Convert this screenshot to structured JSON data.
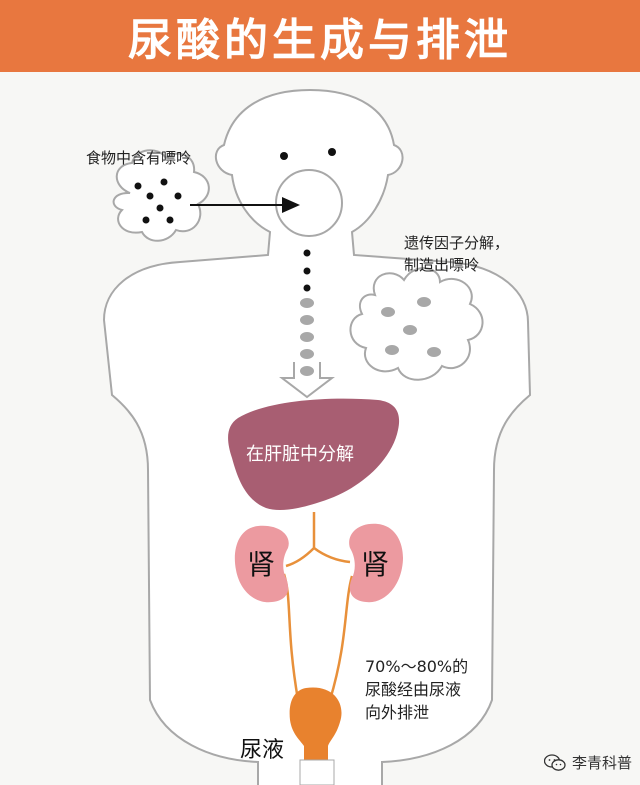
{
  "header": {
    "title": "尿酸的生成与排泄"
  },
  "labels": {
    "food": "食物中含有嘌呤",
    "genetic_line1": "遗传因子分解，",
    "genetic_line2": "制造出嘌呤",
    "liver": "在肝脏中分解",
    "kidney_left": "肾",
    "kidney_right": "肾",
    "excretion_line1": "70%～80%的",
    "excretion_line2": "尿酸经由尿液",
    "excretion_line3": "向外排泄",
    "urine": "尿液"
  },
  "watermark": {
    "text": "李青科普",
    "icon": "wechat-icon"
  },
  "colors": {
    "header": "#e8773f",
    "liver": "#a85e72",
    "kidney": "#ec9aa0",
    "ureter": "#e8903a",
    "bladder": "#e8822e",
    "dot_dark": "#111111",
    "dot_gray": "#a8a8a8"
  }
}
